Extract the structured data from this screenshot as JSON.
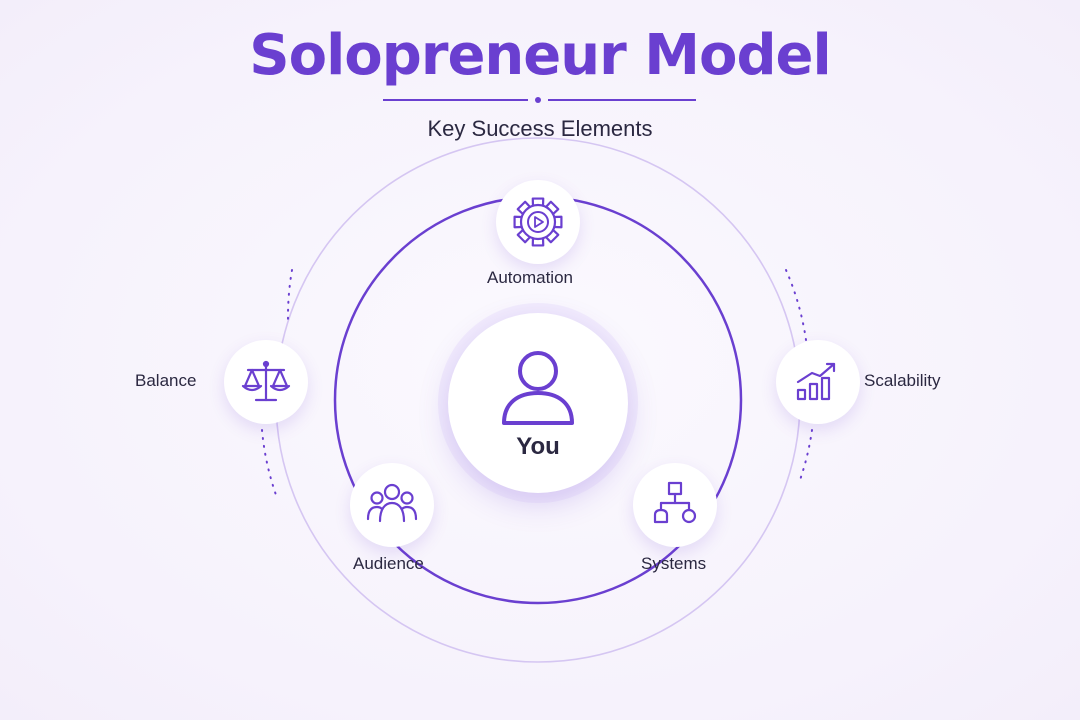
{
  "title": "Solopreneur Model",
  "subtitle": "Key Success Elements",
  "center": {
    "label": "You",
    "icon": "person-icon"
  },
  "elements": [
    {
      "label": "Automation",
      "icon": "gear-play-icon"
    },
    {
      "label": "Balance",
      "icon": "scales-icon"
    },
    {
      "label": "Scalability",
      "icon": "growth-chart-icon"
    },
    {
      "label": "Audience",
      "icon": "people-group-icon"
    },
    {
      "label": "Systems",
      "icon": "hierarchy-icon"
    }
  ],
  "colors": {
    "accent": "#6a3fd0",
    "text": "#2b2841",
    "ring_light": "#d5c6f2"
  }
}
